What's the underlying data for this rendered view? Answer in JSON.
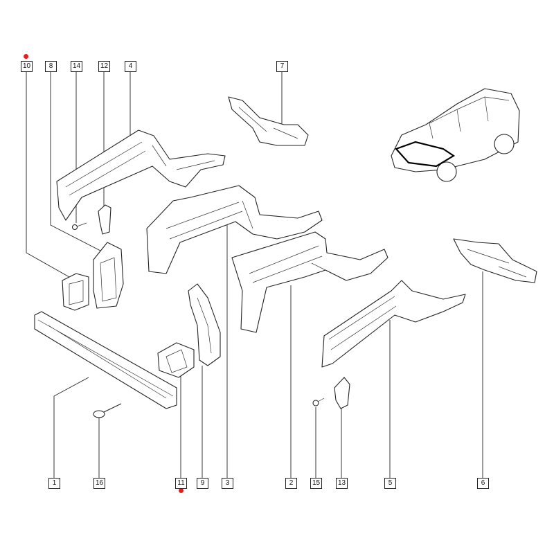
{
  "diagram": {
    "accent_color": "#e02020",
    "callouts": [
      {
        "id": "10",
        "label": "10"
      },
      {
        "id": "8",
        "label": "8"
      },
      {
        "id": "14",
        "label": "14"
      },
      {
        "id": "12",
        "label": "12"
      },
      {
        "id": "4",
        "label": "4"
      },
      {
        "id": "7",
        "label": "7"
      },
      {
        "id": "1",
        "label": "1"
      },
      {
        "id": "16",
        "label": "16"
      },
      {
        "id": "11",
        "label": "11"
      },
      {
        "id": "9",
        "label": "9"
      },
      {
        "id": "3",
        "label": "3"
      },
      {
        "id": "2",
        "label": "2"
      },
      {
        "id": "15",
        "label": "15"
      },
      {
        "id": "13",
        "label": "13"
      },
      {
        "id": "5",
        "label": "5"
      },
      {
        "id": "6",
        "label": "6"
      }
    ]
  }
}
